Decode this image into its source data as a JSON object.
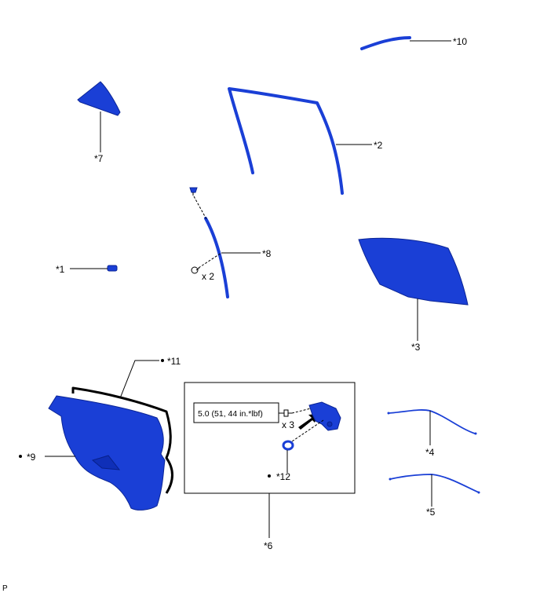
{
  "labels": {
    "p1": "*1",
    "p2": "*2",
    "p3": "*3",
    "p4": "*4",
    "p5": "*5",
    "p6": "*6",
    "p7": "*7",
    "p8": "*8",
    "p9": "*9",
    "p10": "*10",
    "p11": "*11",
    "p12": "*12"
  },
  "quantities": {
    "screws_8": "x 2",
    "bolts_6": "x 3"
  },
  "torque": "5.0 (51, 44 in.*lbf)",
  "corner_code": "P",
  "colors": {
    "part_fill": "#1a3fd6",
    "part_outline": "#0b2596",
    "line": "#000000"
  }
}
